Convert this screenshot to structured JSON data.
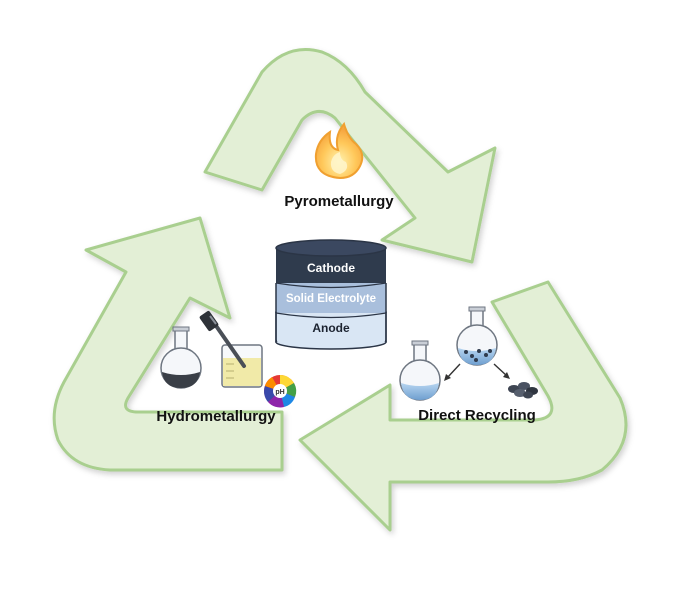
{
  "colors": {
    "arrow_fill": "#e3efd6",
    "arrow_stroke": "#a9cf8f",
    "cathode": "#2f3b4d",
    "electrolyte": "#a9bfdc",
    "anode": "#d9e6f4"
  },
  "icons": [
    "flame-icon",
    "flask-icon",
    "beaker-icon",
    "pipette-icon",
    "ph-wheel-icon",
    "particles-icon"
  ],
  "labels": {
    "pyrometallurgy": "Pyrometallurgy",
    "hydrometallurgy": "Hydrometallurgy",
    "direct_recycling": "Direct Recycling"
  },
  "battery": {
    "cathode": "Cathode",
    "electrolyte": "Solid Electrolyte",
    "anode": "Anode"
  },
  "ph_badge": "pH"
}
